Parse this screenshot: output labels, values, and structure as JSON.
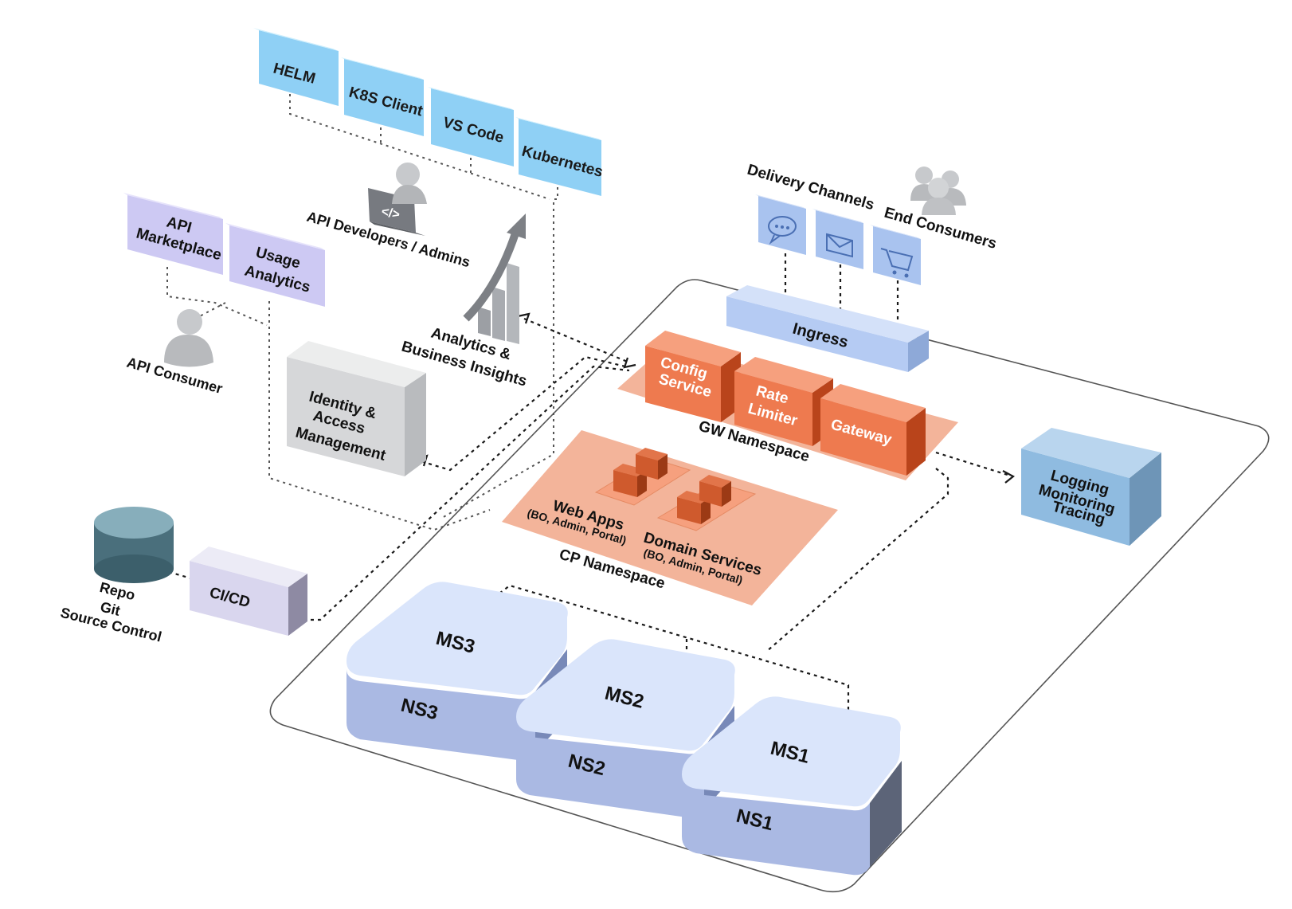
{
  "tools": {
    "helm": "HELM",
    "k8s_client": "K8S Client",
    "vs_code": "VS Code",
    "kubernetes": "Kubernetes"
  },
  "api_developers": "API Developers / Admins",
  "portal": {
    "marketplace_line1": "API",
    "marketplace_line2": "Marketplace",
    "usage_line1": "Usage",
    "usage_line2": "Analytics"
  },
  "api_consumer": "API Consumer",
  "analytics": {
    "line1": "Analytics &",
    "line2": "Business Insights"
  },
  "iam": {
    "line1": "Identity &",
    "line2": "Access",
    "line3": "Management"
  },
  "repo": {
    "line1": "Repo",
    "line2": "Git",
    "line3": "Source Control"
  },
  "cicd": "CI/CD",
  "delivery_channels": "Delivery Channels",
  "end_consumers": "End Consumers",
  "ingress": "Ingress",
  "gw": {
    "config_line1": "Config",
    "config_line2": "Service",
    "rate_line1": "Rate",
    "rate_line2": "Limiter",
    "gateway": "Gateway",
    "namespace": "GW Namespace"
  },
  "cp": {
    "web_apps": "Web Apps",
    "web_apps_sub": "(BO, Admin, Portal)",
    "domain_services": "Domain Services",
    "domain_services_sub": "(BO, Admin, Portal)",
    "namespace": "CP Namespace"
  },
  "observability": {
    "line1": "Logging",
    "line2": "Monitoring",
    "line3": "Tracing"
  },
  "clusters": {
    "ms3": "MS3",
    "ns3": "NS3",
    "ms2": "MS2",
    "ns2": "NS2",
    "ms1": "MS1",
    "ns1": "NS1"
  },
  "colors": {
    "tool_blue": "#8fd0f5",
    "portal_purple": "#cdc9f3",
    "gw_orange": "#ee7a4f",
    "namespace_salmon": "#f3b49a",
    "cluster_top": "#dde7fb",
    "cluster_side": "#a7b9e4",
    "ingress_blue": "#bfd2f6",
    "observability_blue": "#8fbbe0"
  }
}
